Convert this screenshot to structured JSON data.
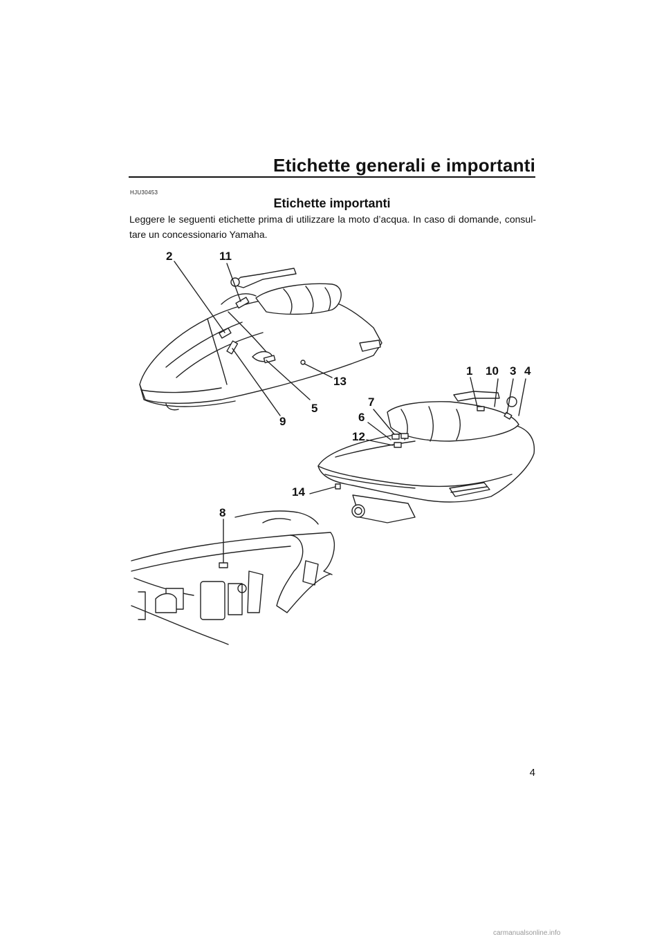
{
  "header": {
    "title": "Etichette generali e importanti"
  },
  "section": {
    "code": "HJU30453",
    "title": "Etichette importanti",
    "body": "Leggere le seguenti etichette prima di utilizzare la moto d’acqua. In caso di domande, consul-tare un concessionario Yamaha."
  },
  "figure": {
    "callouts": [
      "2",
      "11",
      "13",
      "5",
      "9",
      "1",
      "10",
      "3",
      "4",
      "7",
      "6",
      "12",
      "14",
      "8"
    ]
  },
  "footer": {
    "page_number": "4",
    "watermark": "carmanualsonline.info"
  }
}
